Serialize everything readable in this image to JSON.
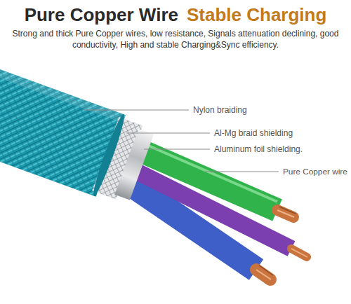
{
  "diagram": {
    "title": "Pure Copper Wire",
    "labels": [
      "Stable Charging",
      "Strong and thick Pure Copper wires, low resistance, Signals attenuation declining, good conductivity, High and stable Charging&Sync efficiency.",
      "Nylon braiding",
      "Al-Mg braid shielding",
      "Aluminum foil shielding.",
      "Pure Copper wire"
    ]
  }
}
